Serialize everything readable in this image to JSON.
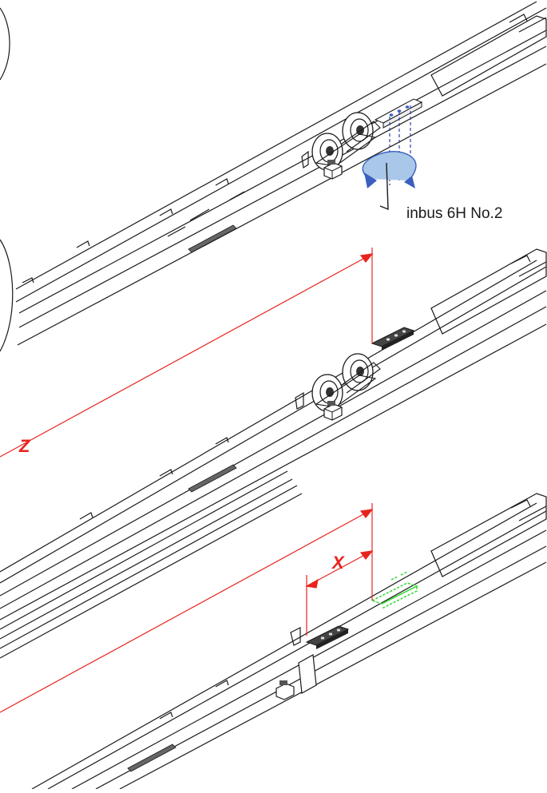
{
  "labels": {
    "tool_callout": "inbus 6H No.2",
    "dimension_z": "Z",
    "dimension_x": "X"
  },
  "colors": {
    "line": "#1a1a1a",
    "dimension": "#e8231e",
    "rotation_arrow": "#3a5fbf",
    "rotation_fill": "#a9c7e8",
    "guide_dashed": "#2b3fa8",
    "new_position": "#2dd82d"
  },
  "icons": {
    "rotation": "rotation-arrow-icon",
    "hex_key": "hex-key-icon"
  }
}
